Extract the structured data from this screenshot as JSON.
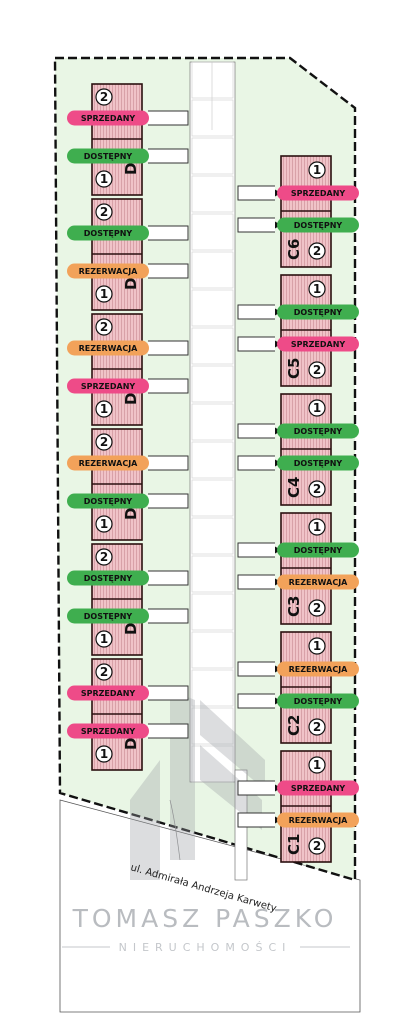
{
  "street_label": "ul. Admirała Andrzeja Karwety",
  "watermark": {
    "name": "TOMASZ PASZKO",
    "subtitle": "NIERUCHOMOŚCI"
  },
  "status_colors": {
    "SPRZEDANY": "#ee4b88",
    "DOSTĘPNY": "#3fae4f",
    "REZERWACJA": "#f2a25a"
  },
  "colors": {
    "site_fill": "#e9f6e5",
    "building_fill": "#f0c3c8",
    "building_stroke": "#3a1a1a"
  },
  "buildings_left": [
    {
      "label": "D6",
      "units": [
        {
          "number": "2",
          "status": "SPRZEDANY"
        },
        {
          "number": "1",
          "status": "DOSTĘPNY"
        }
      ]
    },
    {
      "label": "D5",
      "units": [
        {
          "number": "2",
          "status": "DOSTĘPNY"
        },
        {
          "number": "1",
          "status": "REZERWACJA"
        }
      ]
    },
    {
      "label": "D4",
      "units": [
        {
          "number": "2",
          "status": "REZERWACJA"
        },
        {
          "number": "1",
          "status": "SPRZEDANY"
        }
      ]
    },
    {
      "label": "D3",
      "units": [
        {
          "number": "2",
          "status": "REZERWACJA"
        },
        {
          "number": "1",
          "status": "DOSTĘPNY"
        }
      ]
    },
    {
      "label": "D2",
      "units": [
        {
          "number": "2",
          "status": "DOSTĘPNY"
        },
        {
          "number": "1",
          "status": "DOSTĘPNY"
        }
      ]
    },
    {
      "label": "D1",
      "units": [
        {
          "number": "2",
          "status": "SPRZEDANY"
        },
        {
          "number": "1",
          "status": "SPRZEDANY"
        }
      ]
    }
  ],
  "buildings_right": [
    {
      "label": "C6",
      "units": [
        {
          "number": "1",
          "status": "SPRZEDANY"
        },
        {
          "number": "2",
          "status": "DOSTĘPNY"
        }
      ]
    },
    {
      "label": "C5",
      "units": [
        {
          "number": "1",
          "status": "DOSTĘPNY"
        },
        {
          "number": "2",
          "status": "SPRZEDANY"
        }
      ]
    },
    {
      "label": "C4",
      "units": [
        {
          "number": "1",
          "status": "DOSTĘPNY"
        },
        {
          "number": "2",
          "status": "DOSTĘPNY"
        }
      ]
    },
    {
      "label": "C3",
      "units": [
        {
          "number": "1",
          "status": "DOSTĘPNY"
        },
        {
          "number": "2",
          "status": "REZERWACJA"
        }
      ]
    },
    {
      "label": "C2",
      "units": [
        {
          "number": "1",
          "status": "REZERWACJA"
        },
        {
          "number": "2",
          "status": "DOSTĘPNY"
        }
      ]
    },
    {
      "label": "C1",
      "units": [
        {
          "number": "1",
          "status": "SPRZEDANY"
        },
        {
          "number": "2",
          "status": "REZERWACJA"
        }
      ]
    }
  ]
}
